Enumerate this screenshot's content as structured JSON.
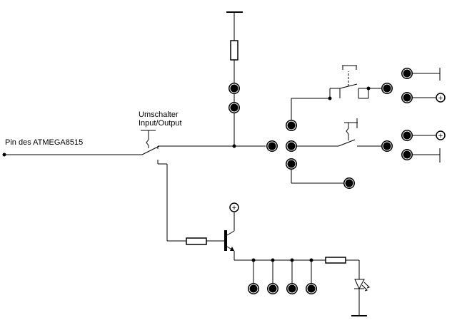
{
  "diagram": {
    "type": "circuit-schematic",
    "labels": {
      "pin": "Pin des ATMEGA8515",
      "switch_line1": "Umschalter",
      "switch_line2": "Input/Output"
    },
    "components": [
      {
        "name": "input-output-switch",
        "kind": "changeover-switch"
      },
      {
        "name": "pullup-resistor",
        "kind": "resistor"
      },
      {
        "name": "pushbutton-no",
        "kind": "push-button"
      },
      {
        "name": "toggle-switch",
        "kind": "switch"
      },
      {
        "name": "base-resistor",
        "kind": "resistor"
      },
      {
        "name": "npn-transistor",
        "kind": "transistor"
      },
      {
        "name": "led-resistor",
        "kind": "resistor"
      },
      {
        "name": "led",
        "kind": "led"
      }
    ],
    "symbols": {
      "plus": "+"
    },
    "colors": {
      "line": "#000000",
      "background": "#ffffff"
    }
  }
}
